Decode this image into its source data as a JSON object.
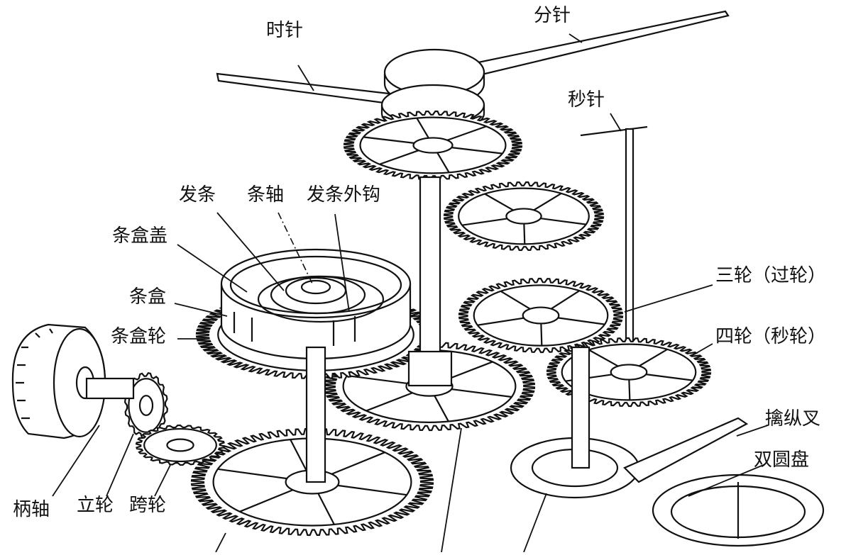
{
  "labels": {
    "hour_hand": "时针",
    "minute_hand": "分针",
    "second_hand": "秒针",
    "mainspring": "发条",
    "arbor": "条轴",
    "mainspring_hook": "发条外钩",
    "barrel_cover": "条盒盖",
    "barrel": "条盒",
    "barrel_wheel": "条盒轮",
    "third_wheel": "三轮（过轮）",
    "fourth_wheel": "四轮（秒轮）",
    "pallet_fork": "擒纵叉",
    "double_roller": "双圆盘",
    "winding_stem": "柄轴",
    "crown_wheel": "立轮",
    "intermediate_wheel": "跨轮"
  },
  "palette": {
    "ink": "#111111",
    "paper": "#ffffff"
  }
}
